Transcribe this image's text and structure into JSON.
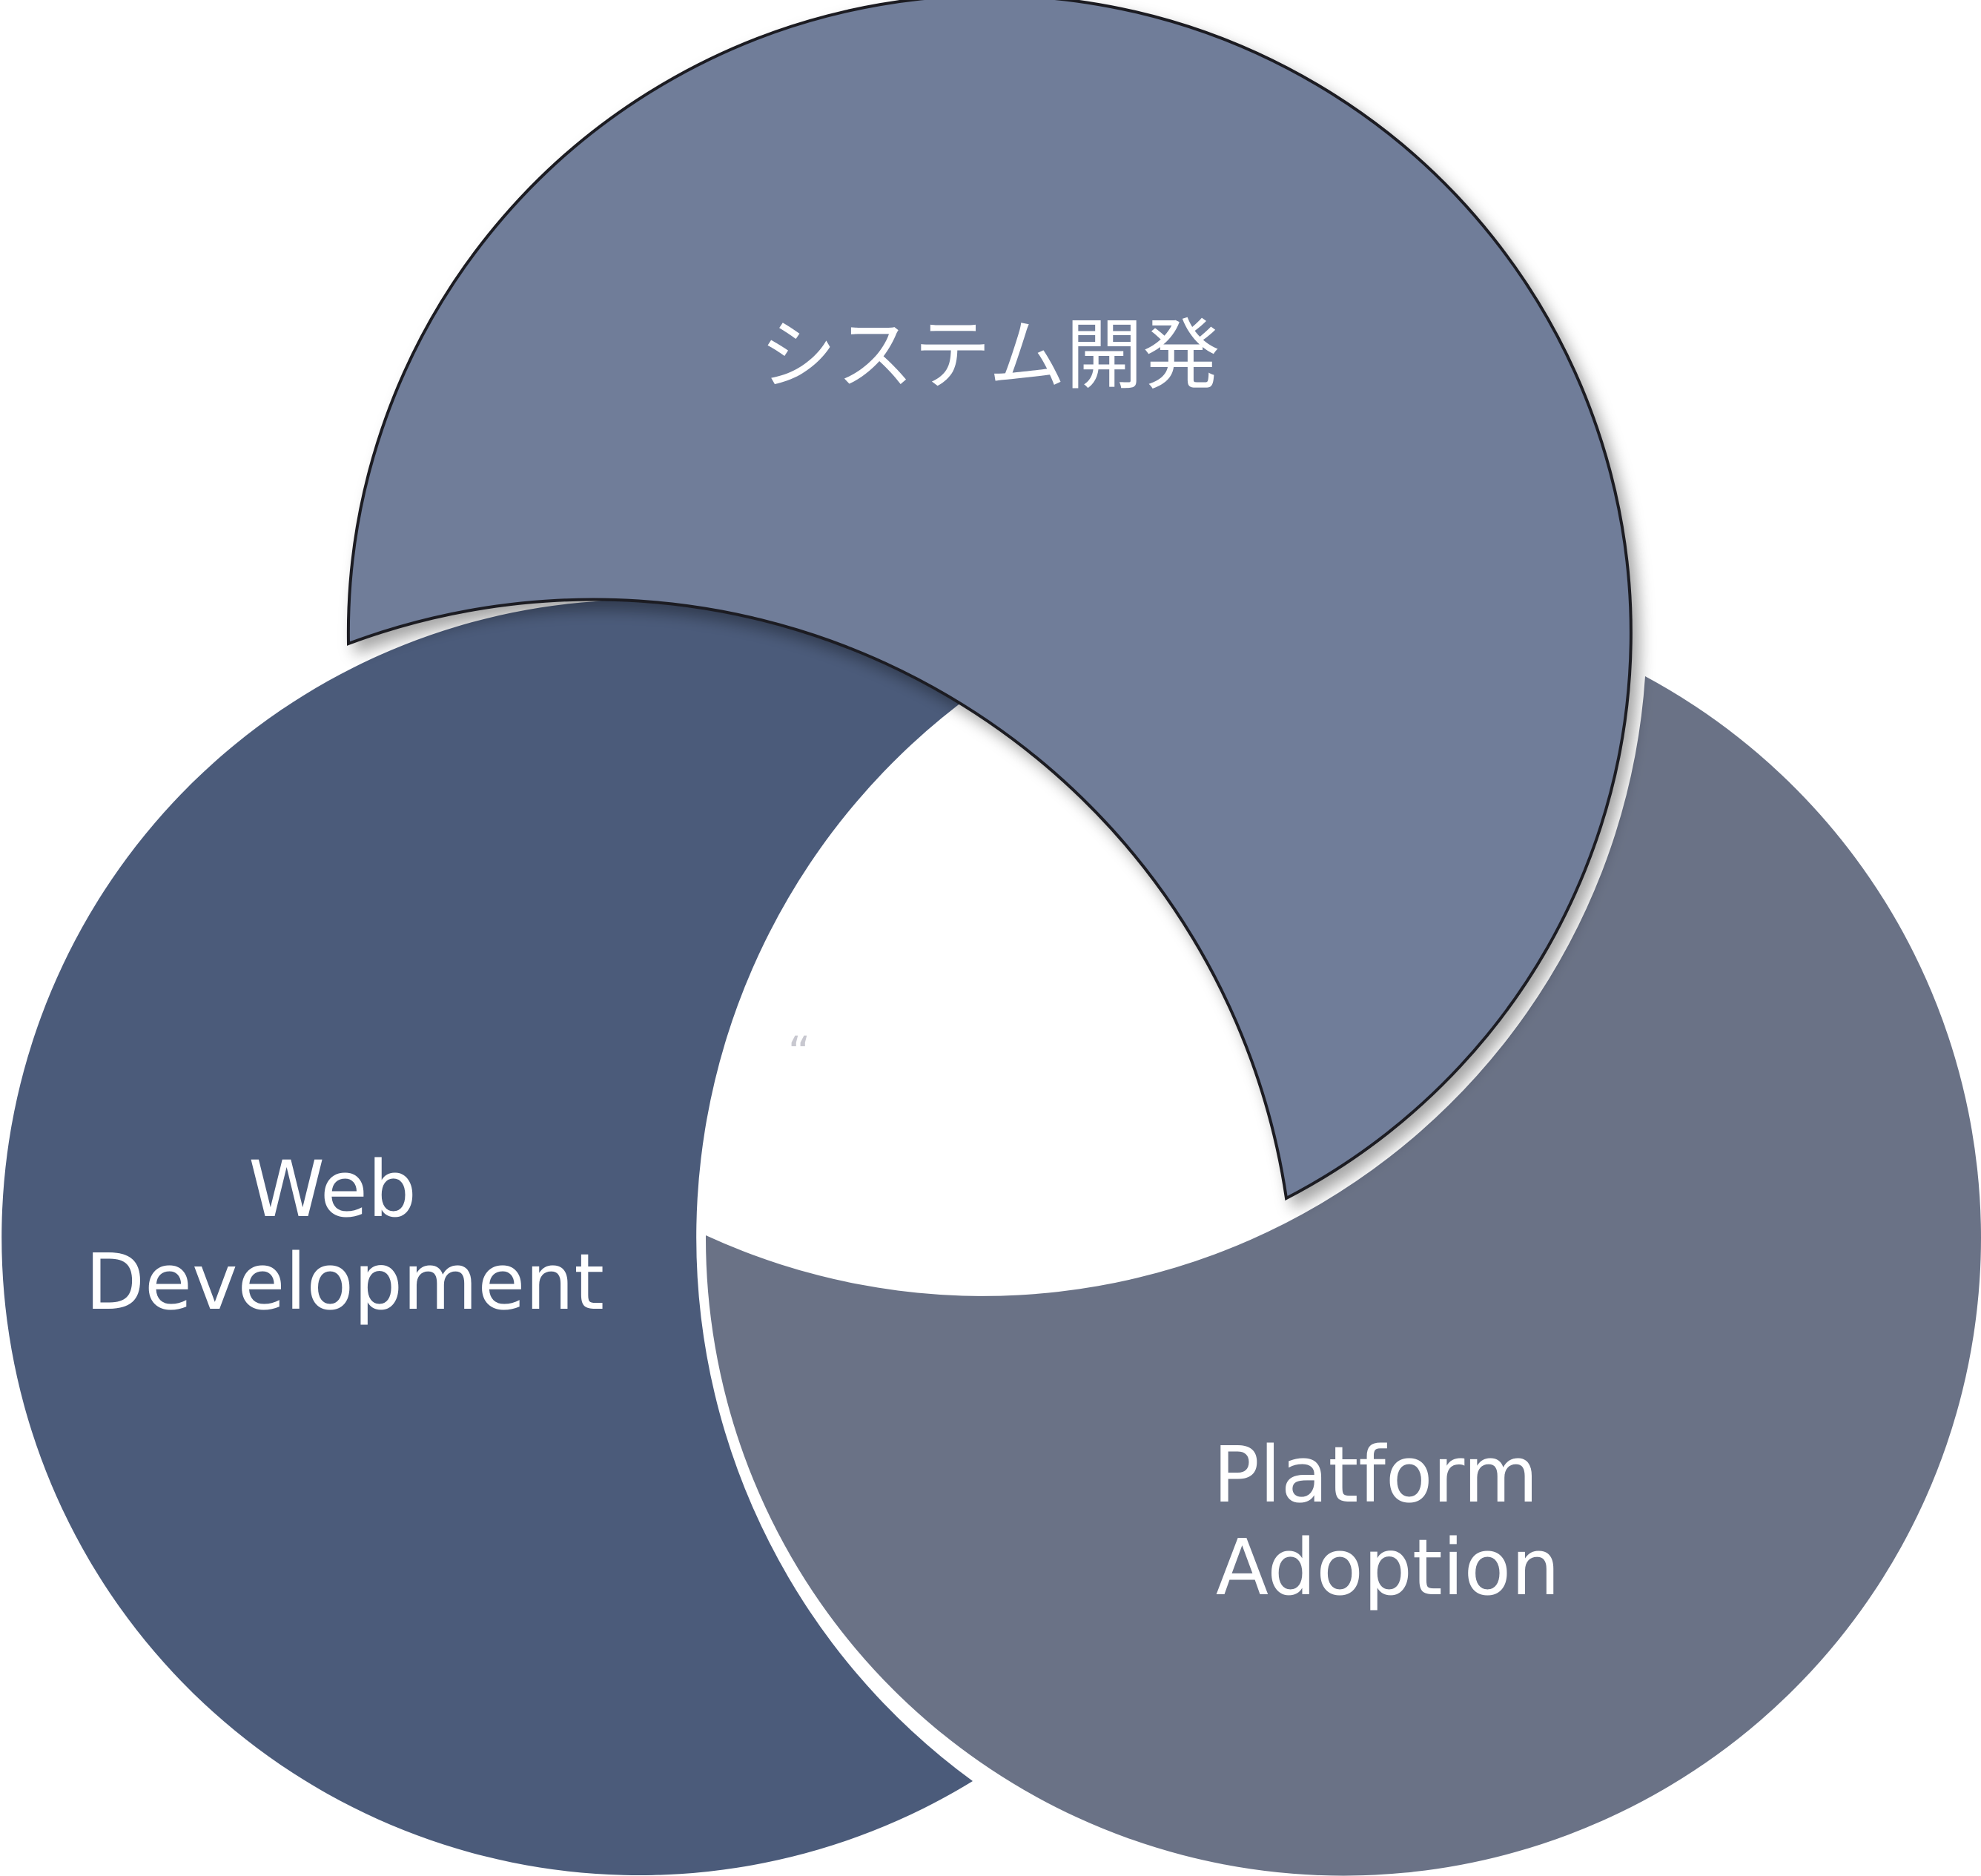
{
  "diagram": {
    "circles": [
      {
        "id": "web",
        "label_lines": [
          "Web",
          "Development"
        ],
        "fill": "#4b5b7a"
      },
      {
        "id": "platform",
        "label_lines": [
          "Platform",
          "Adoption"
        ],
        "fill": "#6a7286"
      },
      {
        "id": "system",
        "label_lines": [
          "システム開発"
        ],
        "fill": "#6f7d99",
        "outline": "#1c1c24"
      }
    ],
    "center_mark": "“",
    "background": "#ffffff"
  }
}
